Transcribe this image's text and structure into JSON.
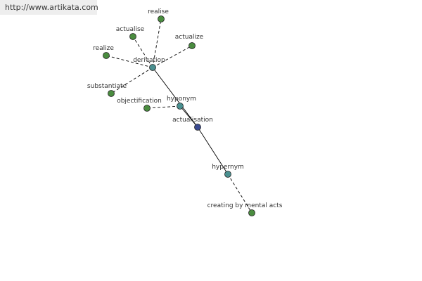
{
  "watermark": {
    "text": "http://www.artikata.com"
  },
  "colors": {
    "leaf": "#4a8c3f",
    "relation": "#4a9090",
    "center": "#3a4a90",
    "edge": "#000000",
    "label": "#333333"
  },
  "nodes": {
    "realise": {
      "label": "realise",
      "kind": "leaf"
    },
    "actualise": {
      "label": "actualise",
      "kind": "leaf"
    },
    "actualize": {
      "label": "actualize",
      "kind": "leaf"
    },
    "realize": {
      "label": "realize",
      "kind": "leaf"
    },
    "derivation": {
      "label": "derivation",
      "kind": "relation"
    },
    "substantiate": {
      "label": "substantiate",
      "kind": "leaf"
    },
    "objectification": {
      "label": "objectification",
      "kind": "leaf"
    },
    "hyponym": {
      "label": "hyponym",
      "kind": "relation"
    },
    "actualisation": {
      "label": "actualisation",
      "kind": "center"
    },
    "hypernym": {
      "label": "hypernym",
      "kind": "relation"
    },
    "creating": {
      "label": "creating by mental acts",
      "kind": "leaf"
    }
  }
}
